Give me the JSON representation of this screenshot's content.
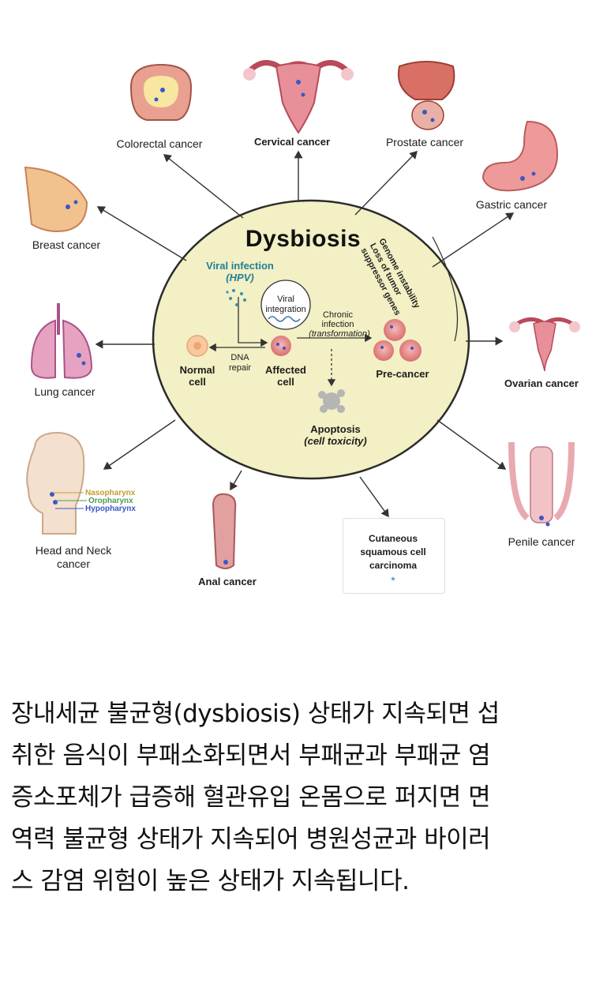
{
  "diagram": {
    "title": "Dysbiosis",
    "cancers": {
      "colorectal": "Colorectal cancer",
      "cervical": "Cervical cancer",
      "prostate": "Prostate cancer",
      "gastric": "Gastric cancer",
      "breast": "Breast cancer",
      "ovarian": "Ovarian cancer",
      "lung": "Lung cancer",
      "penile": "Penile cancer",
      "head_neck_line1": "Head and Neck",
      "head_neck_line2": "cancer",
      "anal": "Anal cancer",
      "cscc_line1": "Cutaneous",
      "cscc_line2": "squamous cell",
      "cscc_line3": "carcinoma"
    },
    "pharynx": {
      "naso": "Nasopharynx",
      "oro": "Oropharynx",
      "hypo": "Hypopharynx"
    },
    "center": {
      "viral_infection": "Viral infection",
      "hpv": "(HPV)",
      "viral_integration_1": "Viral",
      "viral_integration_2": "integration",
      "chronic_1": "Chronic",
      "chronic_2": "infection",
      "chronic_3": "(transformation)",
      "normal_cell_1": "Normal",
      "normal_cell_2": "cell",
      "dna_repair_1": "DNA",
      "dna_repair_2": "repair",
      "affected_1": "Affected",
      "affected_2": "cell",
      "precancer": "Pre-cancer",
      "apoptosis_1": "Apoptosis",
      "apoptosis_2": "(cell toxicity)",
      "notes": [
        "Genome instability",
        "Loss of tumor",
        "suppressor genes"
      ]
    }
  },
  "caption": {
    "line1": "장내세균 불균형(dysbiosis) 상태가 지속되면 섭",
    "line2": "취한 음식이 부패소화되면서 부패균과 부패균 염",
    "line3": "증소포체가 급증해 혈관유입 온몸으로 퍼지면 면",
    "line4": "역력 불균형 상태가 지속되어 병원성균과 바이러",
    "line5": "스 감염 위험이 높은 상태가 지속됩니다."
  }
}
